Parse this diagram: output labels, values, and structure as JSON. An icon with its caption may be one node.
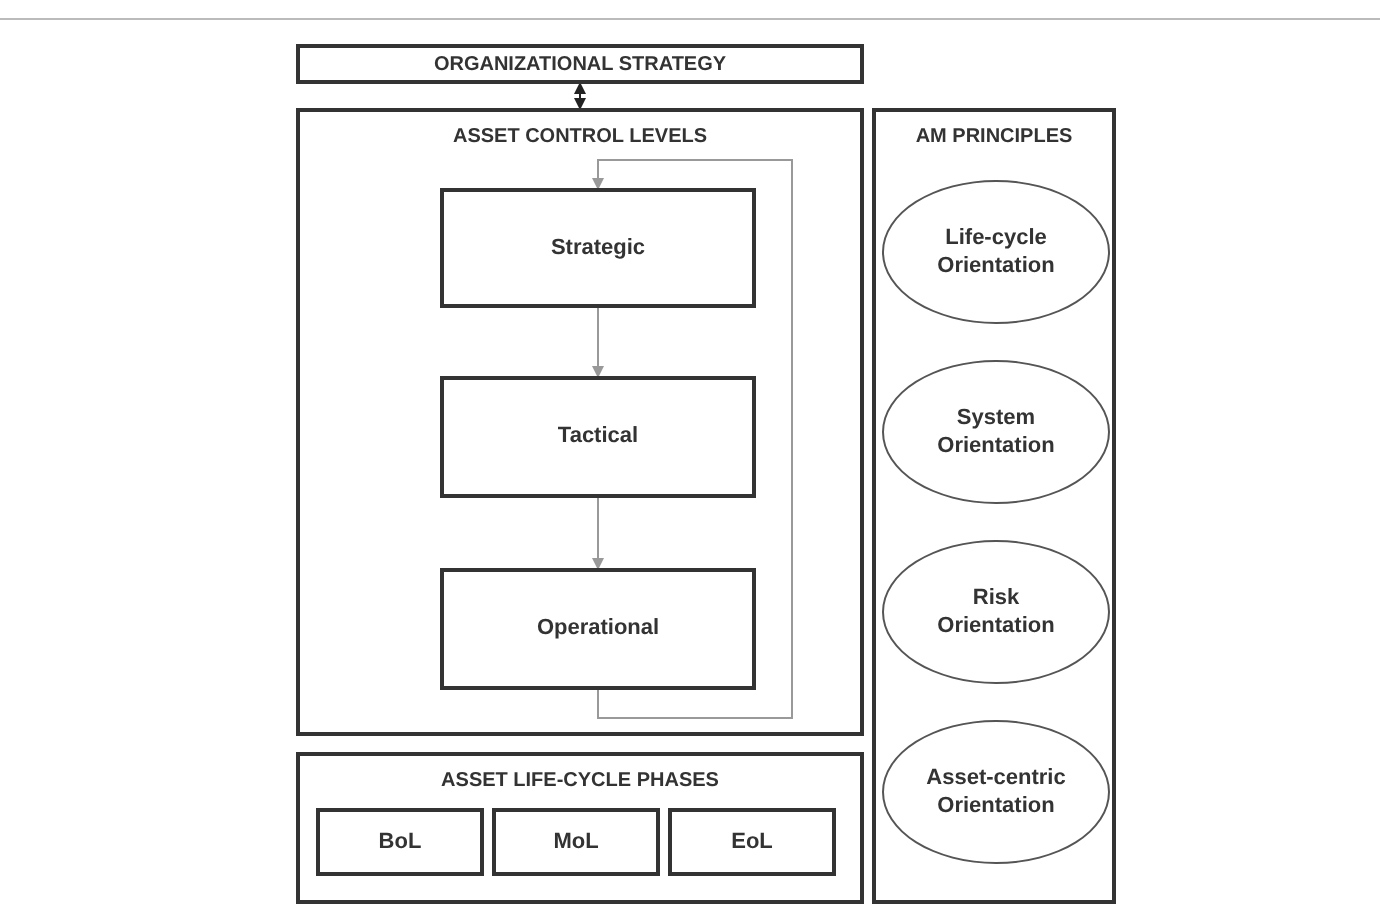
{
  "diagram": {
    "nodes": [
      {
        "text": [
          "ORGANIZATIONAL STRATEGY"
        ]
      },
      {
        "text": [
          "ASSET CONTROL LEVELS"
        ]
      },
      {
        "text": [
          "Strategic"
        ],
        "in": 1
      },
      {
        "text": [
          "Tactical"
        ],
        "in": 1
      },
      {
        "text": [
          "Operational"
        ],
        "in": 1
      },
      {
        "text": [
          "ASSET LIFE-CYCLE PHASES"
        ]
      },
      {
        "text": [
          "BoL"
        ],
        "in": 5
      },
      {
        "text": [
          "MoL"
        ],
        "in": 5
      },
      {
        "text": [
          "EoL"
        ],
        "in": 5
      },
      {
        "text": [
          "AM PRINCIPLES"
        ]
      },
      {
        "text": [
          "Life-cycle Orientation"
        ],
        "in": 9
      },
      {
        "text": [
          "System Orientation"
        ],
        "in": 9
      },
      {
        "text": [
          "Risk Orientation"
        ],
        "in": 9
      },
      {
        "text": [
          "Asset-centric Orientation"
        ],
        "in": 9
      }
    ],
    "edges": [
      {
        "from": 0,
        "to": 1,
        "arrow": "both",
        "color": "#222222"
      },
      {
        "from": 2,
        "to": 3,
        "arrow": "to"
      },
      {
        "from": 3,
        "to": 4,
        "arrow": "to"
      },
      {
        "from": 4,
        "to": 2,
        "arrow": "to"
      }
    ]
  }
}
